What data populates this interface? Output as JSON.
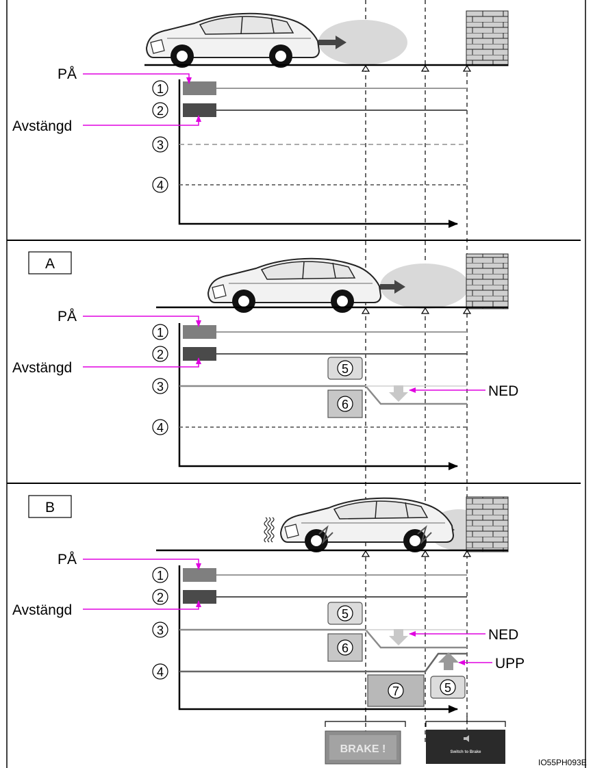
{
  "labels": {
    "on": "PÅ",
    "off": "Avstängd",
    "down": "NED",
    "up": "UPP",
    "panel_a": "A",
    "panel_b": "B",
    "image_code": "IO55PH093E"
  },
  "markers": {
    "m1": "1",
    "m2": "2",
    "m3": "3",
    "m4": "4",
    "m5": "5",
    "m6": "6",
    "m7": "7"
  },
  "screens": {
    "brake": "BRAKE !",
    "switch_to_brake": "Switch to Brake"
  },
  "icons": {
    "car": "car-icon",
    "wall": "brick-wall-icon",
    "obstacle_marker": "triangle-marker-icon",
    "arrow": "arrow-icon"
  },
  "colors": {
    "accent": "#e000e0",
    "line_light": "#9a9a9a",
    "line_dark": "#555555",
    "bar_1": "#7f7f7f",
    "bar_2": "#4a4a4a",
    "highlight_box": "#c7c7c7",
    "screen_dark": "#2a2a2a",
    "detection_zone": "#d9d9d9"
  }
}
